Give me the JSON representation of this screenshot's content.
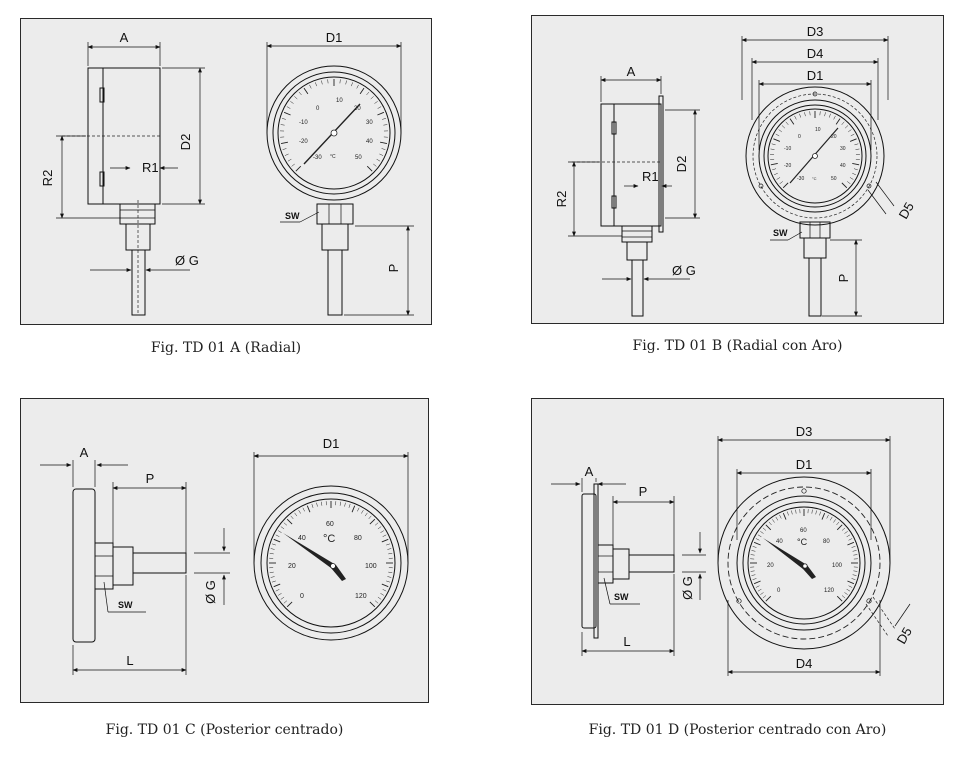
{
  "figures": [
    {
      "id": "a",
      "caption": "Fig. TD 01 A (Radial)",
      "labels": {
        "A": "A",
        "D1": "D1",
        "D2": "D2",
        "R1": "R1",
        "R2": "R2",
        "G": "Ø G",
        "SW": "SW",
        "P": "P"
      },
      "dial": {
        "ticks": [
          "-30",
          "-20",
          "-10",
          "0",
          "10",
          "20",
          "30",
          "40",
          "50"
        ],
        "unit": "°C"
      }
    },
    {
      "id": "b",
      "caption": "Fig. TD 01 B (Radial con Aro)",
      "labels": {
        "A": "A",
        "D1": "D1",
        "D2": "D2",
        "D3": "D3",
        "D4": "D4",
        "D5": "D5",
        "R1": "R1",
        "R2": "R2",
        "G": "Ø G",
        "SW": "SW",
        "P": "P"
      },
      "dial": {
        "ticks": [
          "-30",
          "-20",
          "-10",
          "0",
          "10",
          "20",
          "30",
          "40",
          "50"
        ],
        "unit": "°C"
      }
    },
    {
      "id": "c",
      "caption": "Fig. TD 01 C (Posterior centrado)",
      "labels": {
        "A": "A",
        "D1": "D1",
        "P": "P",
        "L": "L",
        "G": "Ø G",
        "SW": "SW"
      },
      "dial": {
        "ticks": [
          "0",
          "20",
          "40",
          "60",
          "80",
          "100",
          "120"
        ],
        "unit": "°C"
      }
    },
    {
      "id": "d",
      "caption": "Fig. TD 01 D (Posterior centrado con Aro)",
      "labels": {
        "A": "A",
        "D1": "D1",
        "D3": "D3",
        "D4": "D4",
        "D5": "D5",
        "P": "P",
        "L": "L",
        "G": "Ø G",
        "SW": "SW"
      },
      "dial": {
        "ticks": [
          "0",
          "20",
          "40",
          "60",
          "80",
          "100",
          "120"
        ],
        "unit": "°C"
      }
    }
  ]
}
